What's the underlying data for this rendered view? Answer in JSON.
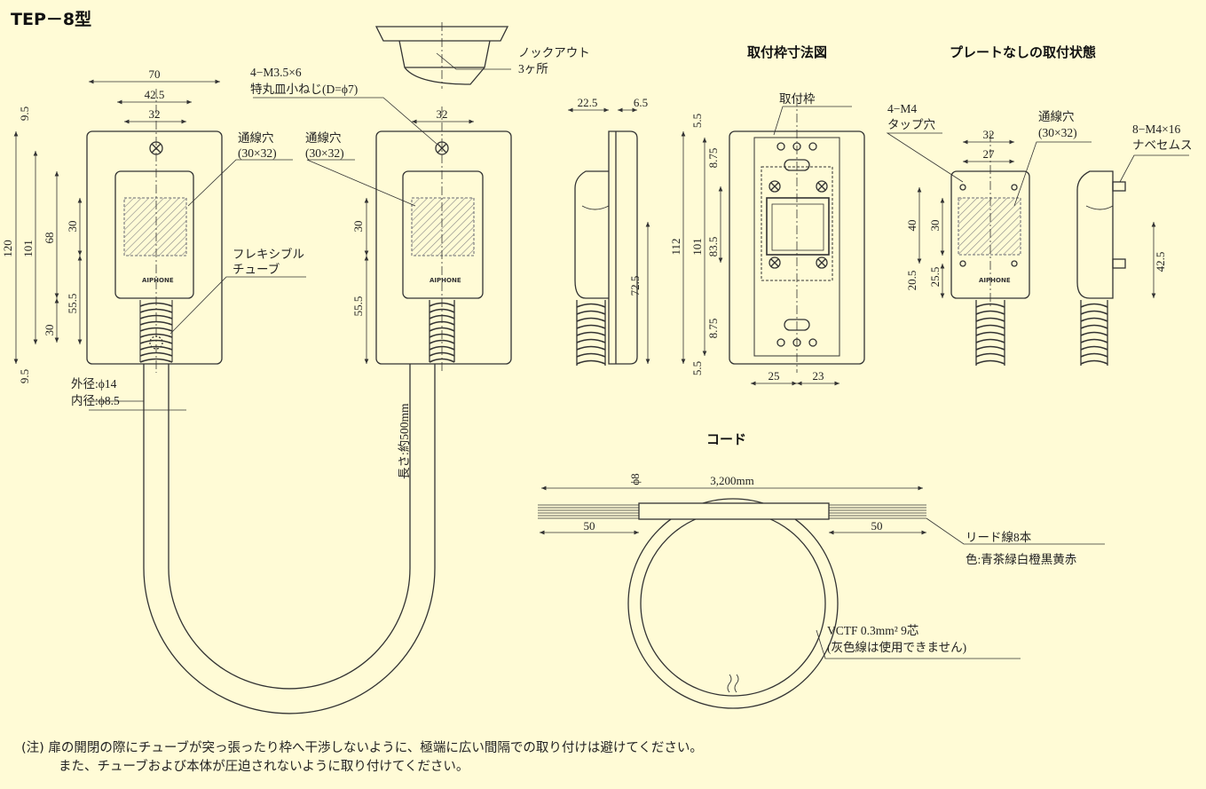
{
  "title": "TEP－8型",
  "headings": {
    "frame": "取付枠寸法図",
    "noplate": "プレートなしの取付状態",
    "cord": "コード"
  },
  "front": {
    "dims": [
      "70",
      "42.5",
      "32",
      "9.5",
      "120",
      "101",
      "68",
      "30",
      "55.5",
      "30",
      "9.5"
    ],
    "hole_label": [
      "通線穴",
      "(30×32)"
    ],
    "tube_label": [
      "フレキシブル",
      "チューブ"
    ],
    "tube_spec": [
      "外径:ϕ14",
      "内径:ϕ8.5"
    ]
  },
  "front2": {
    "screw_label": [
      "4−M3.5×6",
      "特丸皿小ねじ(D=ϕ7)"
    ],
    "dims": [
      "32",
      "30",
      "55.5"
    ],
    "hole_label": [
      "通線穴",
      "(30×32)"
    ],
    "length_label": "長さ:約500mm"
  },
  "knockout": {
    "label": [
      "ノックアウト",
      "3ヶ所"
    ]
  },
  "side": {
    "dims": [
      "22.5",
      "6.5",
      "72.5"
    ]
  },
  "frame": {
    "label": "取付枠",
    "dims": [
      "5.5",
      "8.75",
      "112",
      "101",
      "83.5",
      "8.75",
      "5.5",
      "25",
      "23"
    ]
  },
  "noplate": {
    "tap_label": [
      "4−M4",
      "タップ穴"
    ],
    "hole_label": [
      "通線穴",
      "(30×32)"
    ],
    "dims": [
      "32",
      "27",
      "40",
      "30",
      "20.5",
      "25.5"
    ],
    "screw_label": [
      "8−M4×16",
      "ナベセムス"
    ],
    "side_dim": "42.5"
  },
  "cord": {
    "total": "3,200mm",
    "dia": "ϕ8",
    "ends": [
      "50",
      "50"
    ],
    "lead_label": [
      "リード線8本",
      "色:青茶緑白橙黒黄赤"
    ],
    "spec_label": [
      "VCTF 0.3mm²  9芯",
      "(灰色線は使用できません)"
    ]
  },
  "logo": "AIPHONE",
  "notes": [
    "(注) 扉の開閉の際にチューブが突っ張ったり枠へ干渉しないように、極端に広い間隔での取り付けは避けてください。",
    "また、チューブおよび本体が圧迫されないように取り付けてください。"
  ],
  "colors": {
    "background": "#fffbd6",
    "line": "#333333",
    "hatch": "#888888"
  }
}
